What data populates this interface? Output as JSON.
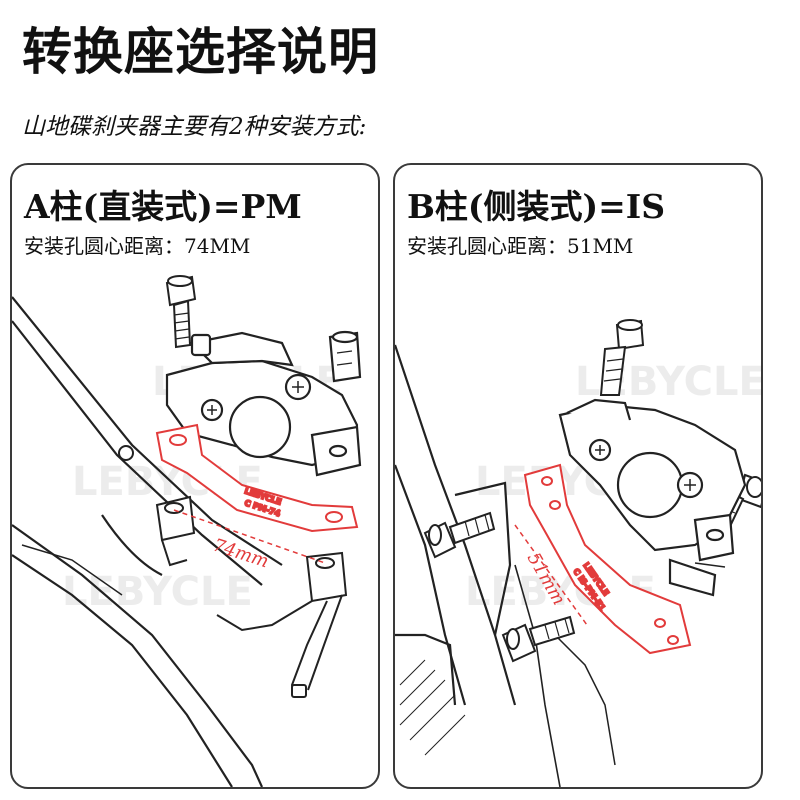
{
  "header": {
    "title": "转换座选择说明",
    "subtitle": "山地碟刹夹器主要有2种安装方式:"
  },
  "panels": [
    {
      "title": "A柱(直装式)=PM",
      "desc": "安装孔圆心距离：74MM",
      "dimension": "74mm",
      "adapter_brand": "LEBYCLE",
      "adapter_model": "C PM-74"
    },
    {
      "title": "B柱(侧装式)=IS",
      "desc": "安装孔圆心距离：51MM",
      "dimension": "51mm",
      "adapter_brand": "LEBYCLE",
      "adapter_model": "C IS-PM-51"
    }
  ],
  "watermark": "LEBYCLE",
  "colors": {
    "adapter": "#e23b3b",
    "line": "#222222",
    "panel_border": "#3a3a3a"
  }
}
